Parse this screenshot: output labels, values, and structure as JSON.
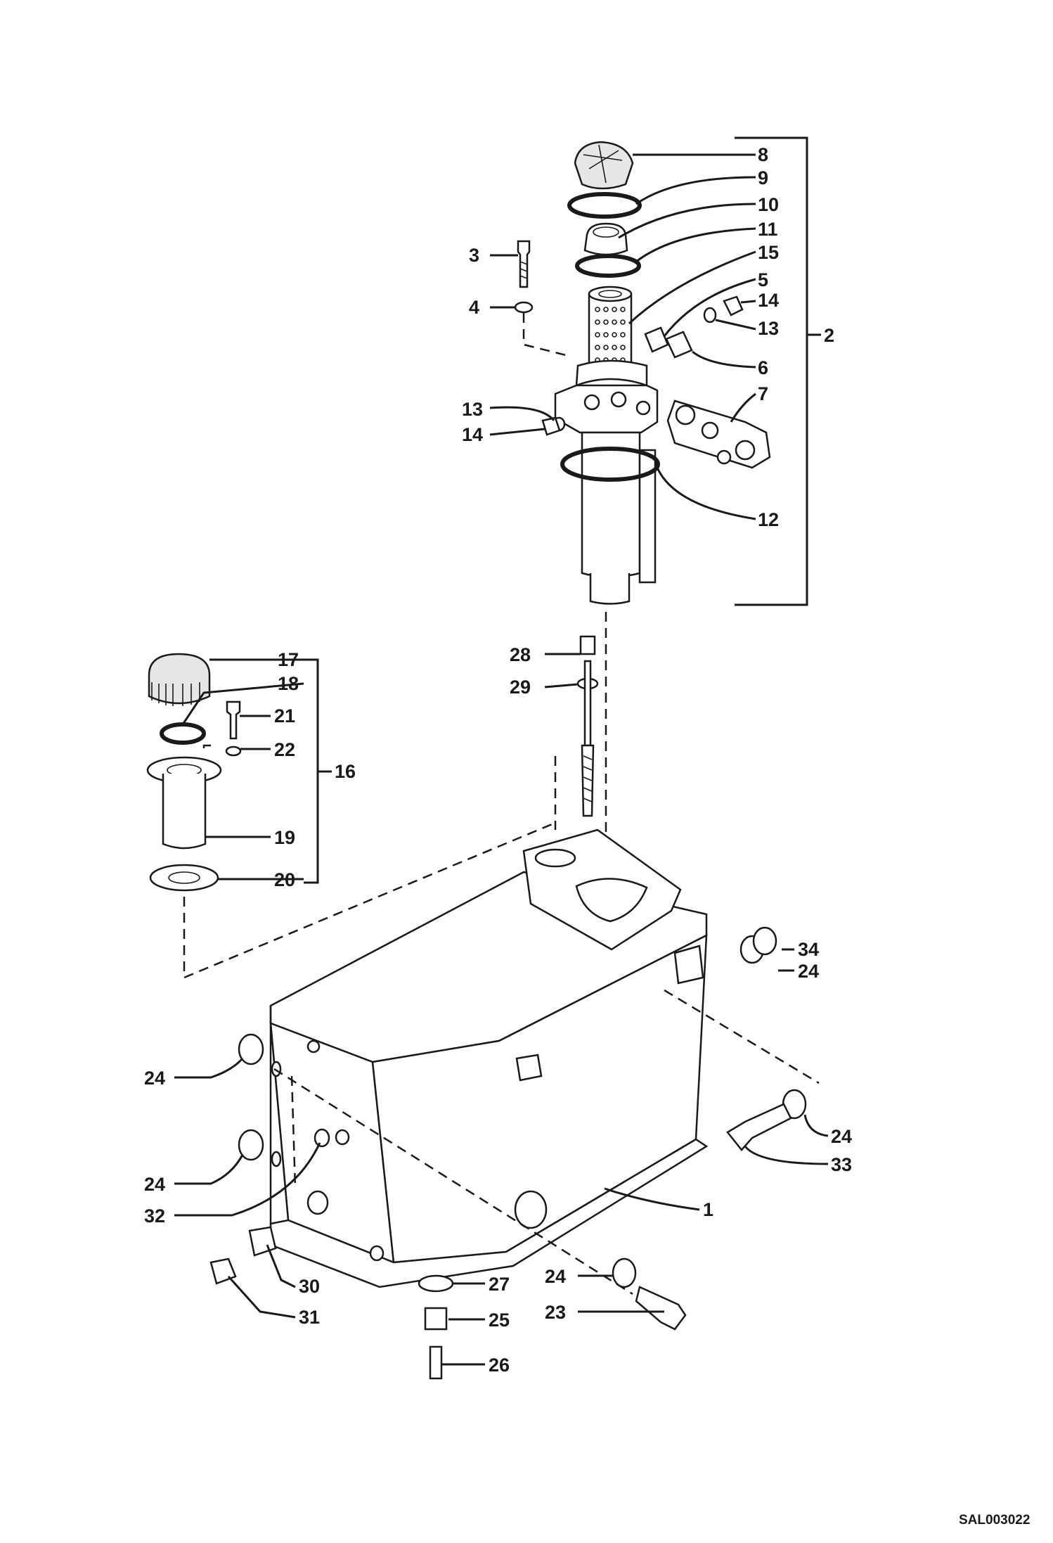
{
  "drawing": {
    "reference_code": "SAL003022",
    "callouts": {
      "c1": "1",
      "c2": "2",
      "c3": "3",
      "c4": "4",
      "c5": "5",
      "c6": "6",
      "c7": "7",
      "c8": "8",
      "c9": "9",
      "c10": "10",
      "c11": "11",
      "c12": "12",
      "c13a": "13",
      "c13b": "13",
      "c14a": "14",
      "c14b": "14",
      "c15": "15",
      "c16": "16",
      "c17": "17",
      "c18": "18",
      "c19": "19",
      "c20": "20",
      "c21": "21",
      "c22": "22",
      "c23": "23",
      "c24a": "24",
      "c24b": "24",
      "c24c": "24",
      "c24d": "24",
      "c24e": "24",
      "c25": "25",
      "c26": "26",
      "c27": "27",
      "c28": "28",
      "c29": "29",
      "c30": "30",
      "c31": "31",
      "c32": "32",
      "c33": "33",
      "c34": "34"
    }
  }
}
